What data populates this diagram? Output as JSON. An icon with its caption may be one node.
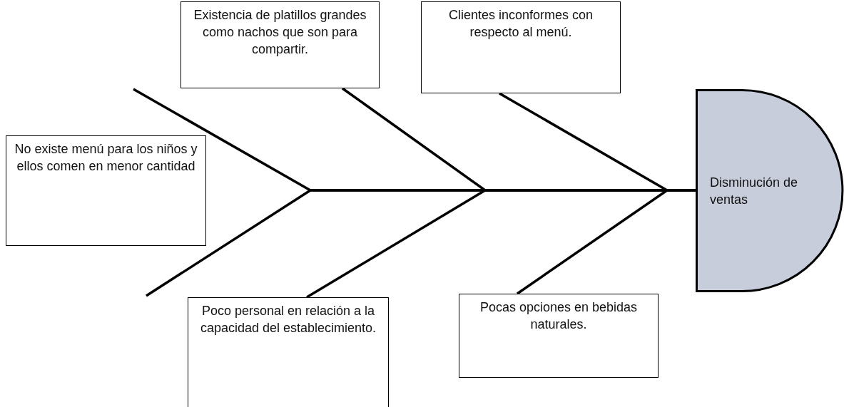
{
  "diagram": {
    "nodes": [
      {
        "text": [
          "Existencia de platillos grandes como nachos que son para compartir."
        ]
      },
      {
        "text": [
          "Clientes inconformes con respecto al menú."
        ]
      },
      {
        "text": [
          "No existe menú para los niños y ellos comen en menor cantidad"
        ]
      },
      {
        "text": [
          "Disminución de ventas"
        ]
      },
      {
        "text": [
          "Poco personal en relación a la capacidad del establecimiento."
        ]
      },
      {
        "text": [
          "Pocas opciones en bebidas naturales."
        ]
      }
    ],
    "edges": [
      {
        "from": 0,
        "to": 3,
        "arrow": "none"
      },
      {
        "from": 1,
        "to": 3,
        "arrow": "none"
      },
      {
        "from": null,
        "to": 3,
        "arrow": "none"
      },
      {
        "from": null,
        "to": 3,
        "arrow": "none"
      },
      {
        "from": 4,
        "to": 3,
        "arrow": "none"
      },
      {
        "from": 5,
        "to": 3,
        "arrow": "none"
      }
    ]
  }
}
